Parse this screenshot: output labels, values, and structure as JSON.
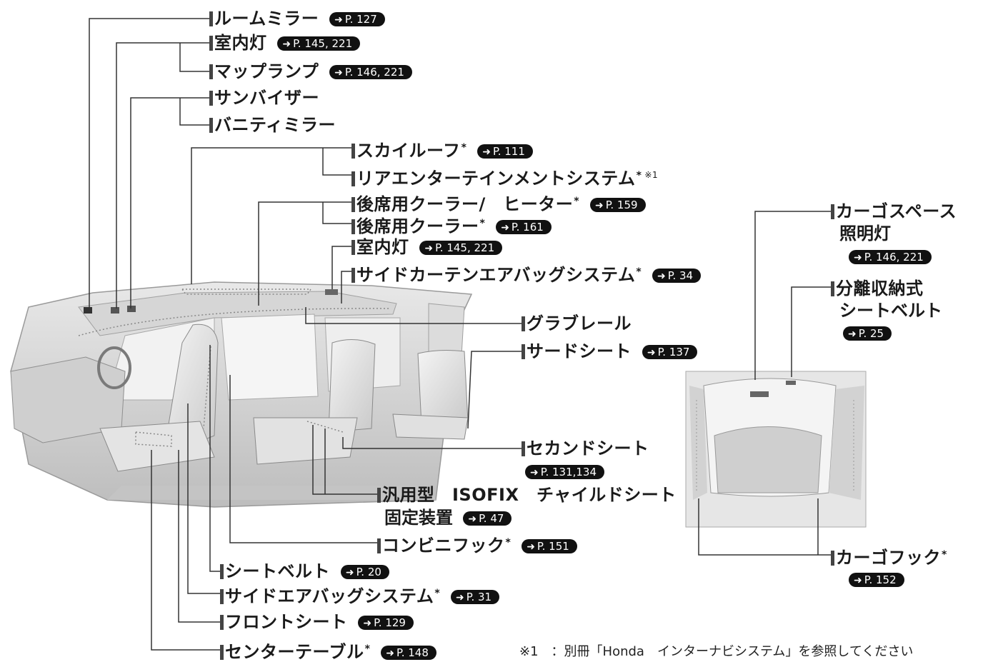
{
  "arrow_icon": "right-arrow-icon",
  "labels": {
    "room_mirror": {
      "text": "ルームミラー",
      "ref": "P. 127"
    },
    "interior_light_1": {
      "text": "室内灯",
      "ref": "P. 145, 221"
    },
    "map_lamp": {
      "text": "マップランプ",
      "ref": "P. 146, 221"
    },
    "sun_visor": {
      "text": "サンバイザー"
    },
    "vanity_mirror": {
      "text": "バニティミラー"
    },
    "sky_roof": {
      "text": "スカイルーフ",
      "mark": "*",
      "ref": "P. 111"
    },
    "rear_entertainment": {
      "text": "リアエンターテインメントシステム",
      "mark": "*",
      "note": "※1"
    },
    "rear_cooler_heater": {
      "text": "後席用クーラー/　ヒーター",
      "mark": "*",
      "ref": "P. 159"
    },
    "rear_cooler": {
      "text": "後席用クーラー",
      "mark": "*",
      "ref": "P. 161"
    },
    "interior_light_2": {
      "text": "室内灯",
      "ref": "P. 145, 221"
    },
    "side_curtain_airbag": {
      "text": "サイドカーテンエアバッグシステム",
      "mark": "*",
      "ref": "P. 34"
    },
    "grab_rail": {
      "text": "グラブレール"
    },
    "third_seat": {
      "text": "サードシート",
      "ref": "P. 137"
    },
    "second_seat": {
      "text": "セカンドシート",
      "ref": "P. 131,134"
    },
    "isofix_line1": {
      "text": "汎用型　ISOFIX　チャイルドシート"
    },
    "isofix_line2": {
      "text": "固定装置",
      "ref": "P. 47"
    },
    "convenience_hook": {
      "text": "コンビニフック",
      "mark": "*",
      "ref": "P. 151"
    },
    "seat_belt": {
      "text": "シートベルト",
      "ref": "P. 20"
    },
    "side_airbag": {
      "text": "サイドエアバッグシステム",
      "mark": "*",
      "ref": "P. 31"
    },
    "front_seat": {
      "text": "フロントシート",
      "ref": "P. 129"
    },
    "center_table": {
      "text": "センターテーブル",
      "mark": "*",
      "ref": "P. 148"
    },
    "cargo_light_line1": {
      "text": "カーゴスペース"
    },
    "cargo_light_line2": {
      "text": "照明灯"
    },
    "cargo_light_ref": {
      "ref": "P. 146, 221"
    },
    "detachable_belt_line1": {
      "text": "分離収納式"
    },
    "detachable_belt_line2": {
      "text": "シートベルト"
    },
    "detachable_belt_ref": {
      "ref": "P. 25"
    },
    "cargo_hook": {
      "text": "カーゴフック",
      "mark": "*"
    },
    "cargo_hook_ref": {
      "ref": "P. 152"
    }
  },
  "footnote": "※1　：別冊「Honda　インターナビシステム」を参照してください"
}
